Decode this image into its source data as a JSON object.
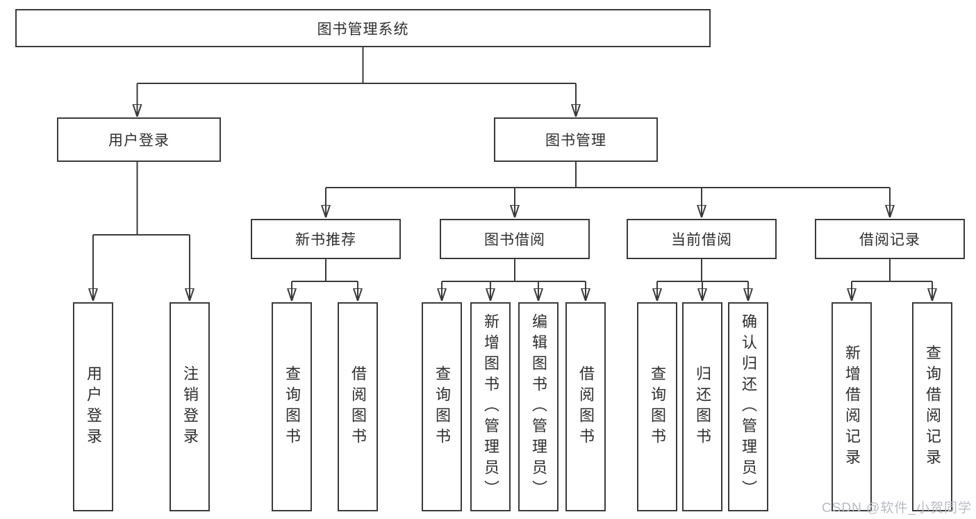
{
  "tree": {
    "root": "图书管理系统",
    "children": [
      {
        "label": "用户登录",
        "children": [
          "用户登录",
          "注销登录"
        ]
      },
      {
        "label": "图书管理",
        "children": [
          {
            "label": "新书推荐",
            "children": [
              "查询图书",
              "借阅图书"
            ]
          },
          {
            "label": "图书借阅",
            "children": [
              "查询图书",
              "新增图书（管理员）",
              "编辑图书（管理员）",
              "借阅图书"
            ]
          },
          {
            "label": "当前借阅",
            "children": [
              "查询图书",
              "归还图书",
              "确认归还（管理员）"
            ]
          },
          {
            "label": "借阅记录",
            "children": [
              "新增借阅记录",
              "查询借阅记录"
            ]
          }
        ]
      }
    ]
  },
  "watermark": {
    "text": "CSDN @软件_小贺同学"
  },
  "colors": {
    "line": "#3a3a3a",
    "box_border": "#3a3a3a",
    "text": "#2e2e2e",
    "watermark": "#b8bcc4",
    "background": "#ffffff"
  }
}
